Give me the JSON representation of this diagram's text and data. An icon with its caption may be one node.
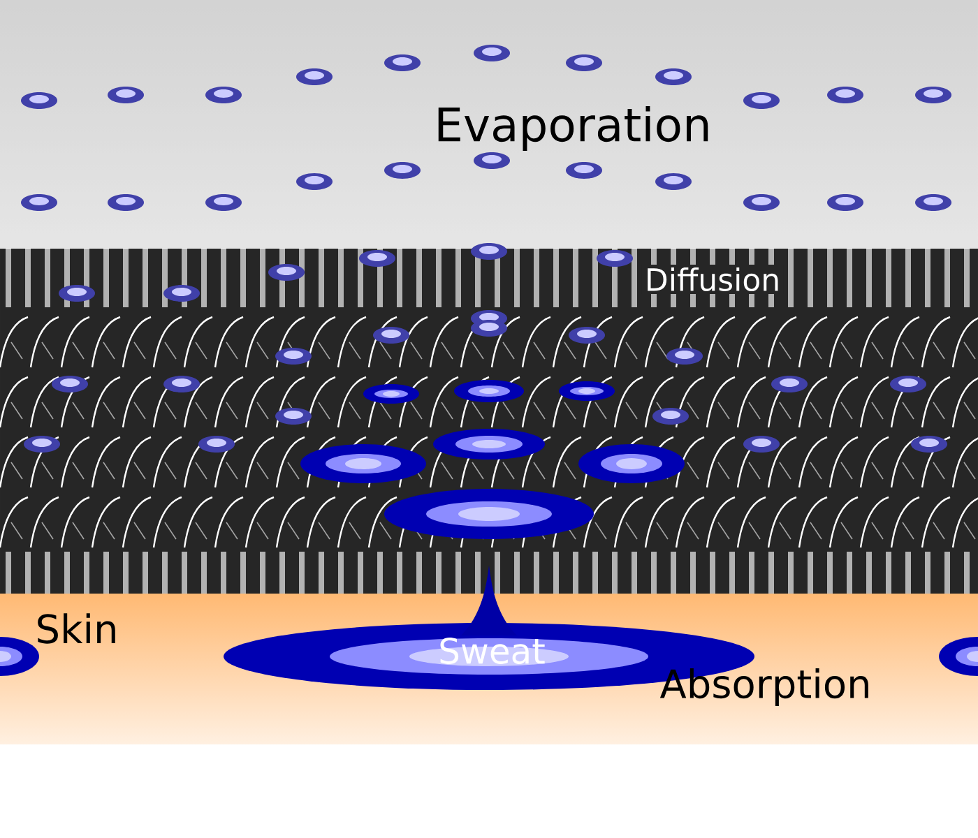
{
  "diagram": {
    "labels": [
      "Evaporation",
      "Diffusion",
      "Skin",
      "Sweat",
      "Absorption"
    ]
  }
}
